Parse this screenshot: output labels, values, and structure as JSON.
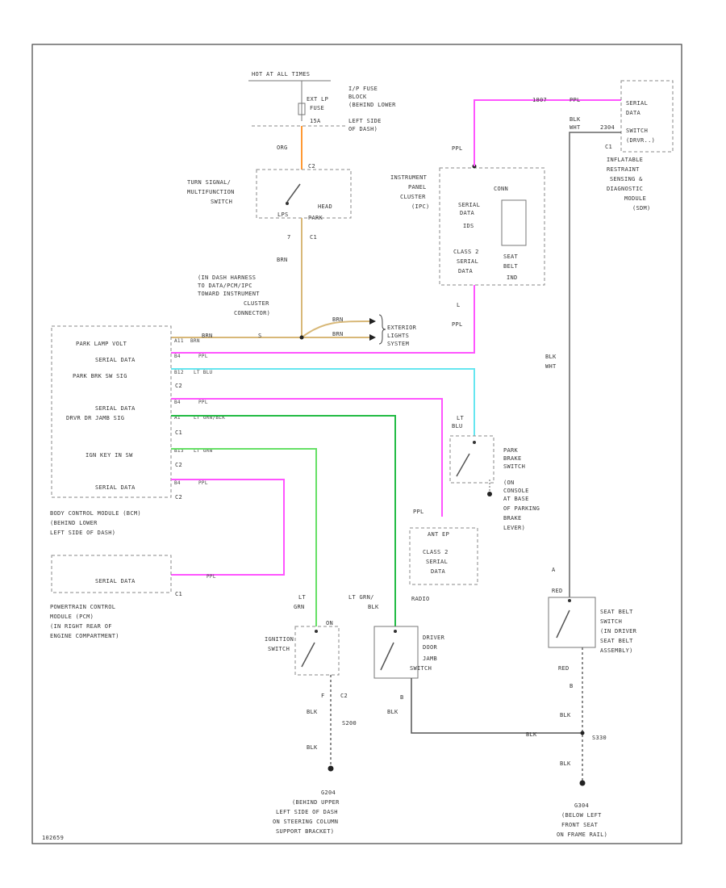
{
  "colors": {
    "ppl": "#ff55ff",
    "ltblu": "#66e6f0",
    "dkgrn": "#22bb44",
    "ltgrn": "#66e066",
    "tan": "#d8b878",
    "org": "#ff9933",
    "blk": "#555555",
    "frame": "#444444"
  },
  "top": {
    "hot_at_all_times": "HOT AT ALL TIMES",
    "fuse_label_1": "EXT LP",
    "fuse_label_2": "FUSE",
    "fuse_num": "15A",
    "fuse_block_1": "I/P FUSE",
    "fuse_block_2": "BLOCK",
    "fuse_block_3": "(BEHIND LOWER",
    "fuse_block_4": "LEFT SIDE",
    "fuse_block_5": "OF DASH)",
    "org": "ORG"
  },
  "turn_switch": {
    "l1": "TURN SIGNAL/",
    "l2": "MULTIFUNCTION",
    "l3": "SWITCH",
    "c2": "C2",
    "lps": "LPS",
    "head": "HEAD",
    "park": "PARK",
    "pin7": "7",
    "c1": "C1",
    "brn": "BRN"
  },
  "harness": {
    "l1": "(IN DASH HARNESS",
    "l2": "TO DATA/PCM/IPC",
    "l3": "TOWARD INSTRUMENT",
    "l4": "CLUSTER",
    "l5": "CONNECTOR)",
    "brn1": "BRN",
    "brn2": "BRN",
    "brn3": "BRN",
    "s": "S",
    "exterior_1": "EXTERIOR",
    "exterior_2": "LIGHTS",
    "exterior_3": "SYSTEM"
  },
  "ipc": {
    "l1": "INSTRUMENT",
    "l2": "PANEL",
    "l3": "CLUSTER",
    "l4": "(IPC)",
    "conn": "CONN",
    "serial_1": "SERIAL",
    "serial_2": "DATA",
    "serial_3": "IDS",
    "class_1": "CLASS 2",
    "class_2": "SERIAL",
    "class_3": "DATA",
    "seat_1": "SEAT",
    "seat_2": "BELT",
    "seat_3": "IND",
    "ppl_top": "PPL",
    "ppl_bot": "PPL",
    "pin_l": "L"
  },
  "sdm": {
    "serial_1": "SERIAL",
    "serial_2": "DATA",
    "switch_1": "SWITCH",
    "switch_2": "(DRVR..)",
    "c1": "C1",
    "blk": "BLK",
    "wht": "WHT",
    "wire_ppl": "PPL",
    "num": "1807",
    "num2": "2304",
    "l1": "INFLATABLE",
    "l2": "RESTRAINT",
    "l3": "SENSING &",
    "l4": "DIAGNOSTIC",
    "l5": "MODULE",
    "l6": "(SDM)"
  },
  "bcm": {
    "park_lamp": "PARK LAMP VOLT",
    "serial_data_1": "SERIAL DATA",
    "park_brk": "PARK BRK SW SIG",
    "c2a": "C2",
    "serial_data_2": "SERIAL DATA",
    "drv_jamb": "DRVR DR JAMB SIG",
    "c1a": "C1",
    "key_in": "IGN KEY IN SW",
    "c2b": "C2",
    "serial_data_3": "SERIAL DATA",
    "c2c": "C2",
    "w1": "A11",
    "w1c": "BRN",
    "w2": "B4",
    "w2c": "PPL",
    "w3": "B12",
    "w3c": "LT BLU",
    "w4": "B4",
    "w4c": "PPL",
    "w5": "A1",
    "w5c": "LT GRN/BLK",
    "w6": "B13",
    "w6c": "LT GRN",
    "w7": "B4",
    "w7c": "PPL",
    "l1": "BODY CONTROL MODULE (BCM)",
    "l2": "(BEHIND LOWER",
    "l3": "LEFT SIDE OF DASH)"
  },
  "pcm": {
    "serial": "SERIAL DATA",
    "c1": "C1",
    "w": "PPL",
    "l1": "POWERTRAIN CONTROL",
    "l2": "MODULE (PCM)",
    "l3": "(IN RIGHT REAR OF",
    "l4": "ENGINE COMPARTMENT)"
  },
  "park_brake": {
    "ltblu": "LT",
    "ltblu2": "BLU",
    "l1": "PARK",
    "l2": "BRAKE",
    "l3": "SWITCH",
    "l4": "(ON",
    "l5": "CONSOLE",
    "l6": "AT BASE",
    "l7": "OF PARKING",
    "l8": "BRAKE",
    "l9": "LEVER)"
  },
  "radio": {
    "ppl": "PPL",
    "conn": "ANT EP",
    "l1": "CLASS 2",
    "l2": "SERIAL",
    "l3": "DATA",
    "name": "RADIO"
  },
  "ignition": {
    "ltgrn": "LT",
    "ltgrn2": "GRN",
    "l1": "IGNITION",
    "l2": "SWITCH",
    "on": "ON",
    "pin": "F",
    "c": "C2",
    "blk": "BLK",
    "blk2": "BLK",
    "splice": "S200"
  },
  "door_jamb": {
    "c1": "LT GRN/",
    "c2": "BLK",
    "l1": "DRIVER",
    "l2": "DOOR",
    "l3": "JAMB",
    "l4": "SWITCH",
    "pin": "B",
    "blk": "BLK",
    "wht": "BLK"
  },
  "seat_belt": {
    "blk1": "BLK",
    "wht": "WHT",
    "a": "A",
    "red": "RED",
    "l1": "SEAT BELT",
    "l2": "SWITCH",
    "l3": "(IN DRIVER",
    "l4": "SEAT BELT",
    "l5": "ASSEMBLY)",
    "red2": "RED",
    "b": "B",
    "blk2": "BLK",
    "splice": "S330",
    "blk3": "BLK"
  },
  "g_left": {
    "id": "G204",
    "l1": "(BEHIND UPPER",
    "l2": "LEFT SIDE OF DASH",
    "l3": "ON STEERING COLUMN",
    "l4": "SUPPORT BRACKET)"
  },
  "g_right": {
    "id": "G304",
    "l1": "(BELOW LEFT",
    "l2": "FRONT SEAT",
    "l3": "ON FRAME RAIL)"
  },
  "code": "102659"
}
